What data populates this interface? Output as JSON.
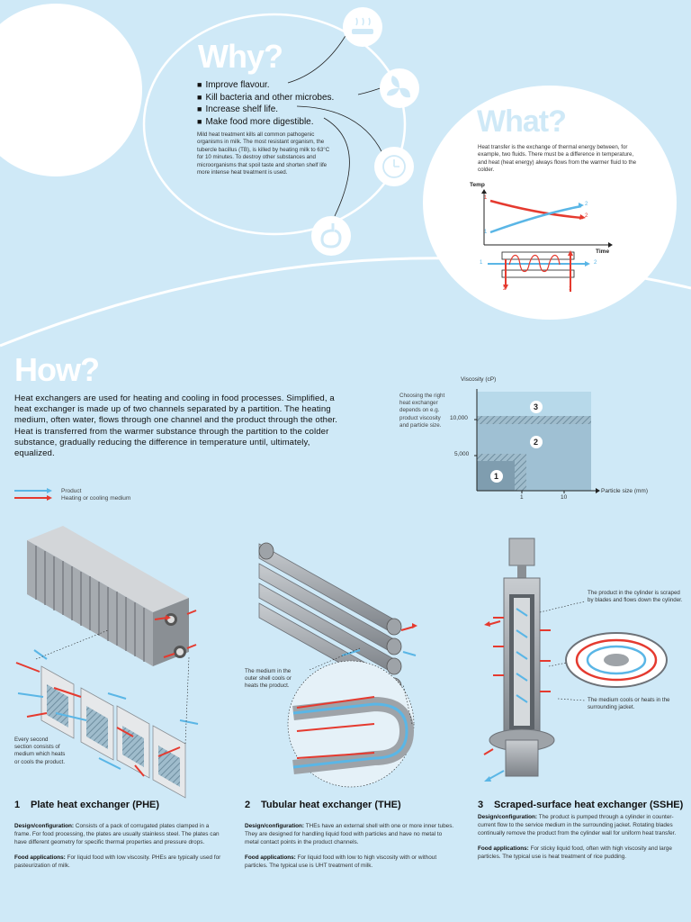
{
  "header": {
    "title": "Food heat transfer basics"
  },
  "why": {
    "heading": "Why?",
    "bullets": [
      "Improve flavour.",
      "Kill bacteria and other microbes.",
      "Increase shelf life.",
      "Make food more digestible."
    ],
    "paragraph": "Mild heat treatment kills all common pathogenic organisms in milk. The most resistant organism, the tubercle bacillus (TB), is killed by heating milk to 63°C for 10 minutes. To destroy other substances and microorganisms that spoil taste and shorten shelf life more intense heat treatment is used.",
    "icons": [
      "steam-pan-icon",
      "fan-icon",
      "clock-icon",
      "stomach-icon"
    ]
  },
  "what": {
    "heading": "What?",
    "paragraph": "Heat transfer is the exchange of thermal energy between, for example, two fluids. There must be a difference in temperature, and heat (heat energy) always flows from the warmer fluid to the colder.",
    "graph": {
      "ylabel": "Temp",
      "xlabel": "Time",
      "labels": [
        "1",
        "2",
        "1",
        "2"
      ]
    },
    "pipe_labels": [
      "1",
      "2",
      "2",
      "1"
    ]
  },
  "how": {
    "heading": "How?",
    "paragraph": "Heat exchangers are used for heating and cooling in food processes. Simplified, a heat exchanger is made up of two channels separated by a partition. The heating medium, often water, flows through one channel and the product through the other. Heat is transferred from the warmer substance through the partition to the colder substance, gradually reducing the difference in temperature until, ultimately, equalized.",
    "legend": [
      {
        "label": "Product",
        "color": "#5ab6e6"
      },
      {
        "label": "Heating or cooling medium",
        "color": "#e53a2f"
      }
    ],
    "choose_text": "Choosing the right heat exchanger depends on e.g. product viscosity and particle size."
  },
  "chart_data": {
    "type": "area",
    "ylabel": "Viscosity (cP)",
    "xlabel": "Particle size (mm)",
    "yticks": [
      "10,000",
      "5,000"
    ],
    "xticks": [
      "1",
      "10"
    ],
    "regions": [
      {
        "label": "1",
        "max_viscosity": 5000,
        "max_particle_size": 1
      },
      {
        "label": "2",
        "max_viscosity": 10000,
        "max_particle_size": 10
      },
      {
        "label": "3",
        "max_viscosity": 15000,
        "max_particle_size": 10
      }
    ]
  },
  "notes": {
    "phe": "Every second section consists of medium which heats or cools the product.",
    "the": "The medium in the outer shell cools or heats the product.",
    "sshe_top": "The product in the cylinder is scraped by blades and flows down the cylinder.",
    "sshe_bottom": "The medium cools or heats in the surrounding jacket."
  },
  "sections": [
    {
      "number": "1",
      "title": "Plate heat exchanger (PHE)",
      "design_label": "Design/configuration:",
      "design": "Consists of a pack of corrugated plates clamped in a frame. For food processing, the plates are usually stainless steel. The plates can have different geometry for specific thermal properties and pressure drops.",
      "food_label": "Food applications:",
      "food": "For liquid food with low viscosity. PHEs are typically used for pasteurization of milk."
    },
    {
      "number": "2",
      "title": "Tubular heat exchanger (THE)",
      "design_label": "Design/configuration:",
      "design": "THEs have an external shell with one or more inner tubes. They are designed for handling liquid food with particles and have no metal to metal contact points in the product channels.",
      "food_label": "Food applications:",
      "food": "For liquid food with low to high viscosity with or without particles. The typical use is UHT treatment of milk."
    },
    {
      "number": "3",
      "title": "Scraped-surface heat exchanger (SSHE)",
      "design_label": "Design/configuration:",
      "design": "The product is pumped through a cylinder in counter-current flow to the service medium in the surrounding jacket. Rotating blades continually remove the product from the cylinder wall for uniform heat transfer.",
      "food_label": "Food applications:",
      "food": "For sticky liquid food, often with high viscosity and large particles. The typical use is heat treatment of rice pudding."
    }
  ],
  "colors": {
    "background": "#cfe9f7",
    "product": "#5ab6e6",
    "medium": "#e53a2f",
    "metal": "#9ea3a8"
  }
}
